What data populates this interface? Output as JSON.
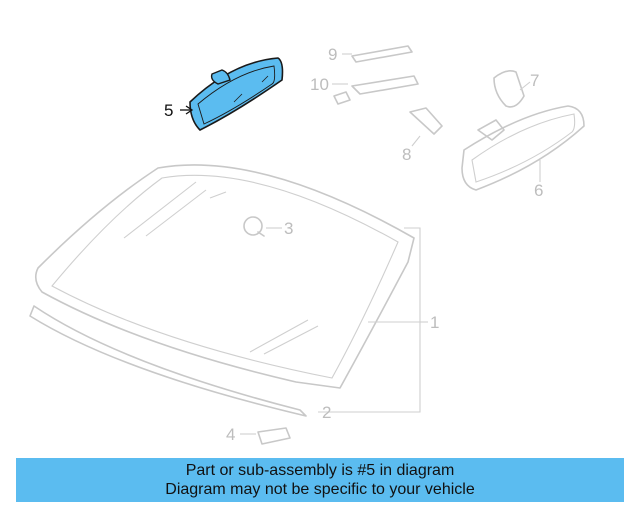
{
  "callouts": [
    "1",
    "2",
    "3",
    "4",
    "5",
    "6",
    "7",
    "8",
    "9",
    "10"
  ],
  "highlighted_part": "5",
  "colors": {
    "highlight": "#5bbcf0",
    "ghost_line": "#c8c8c8",
    "banner_bg": "#5bbcf0"
  },
  "banner": {
    "line1": "Part or sub-assembly is #5 in diagram",
    "line2": "Diagram may not be specific to your vehicle"
  }
}
